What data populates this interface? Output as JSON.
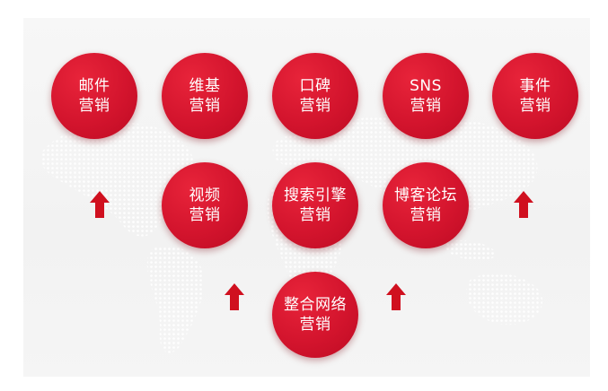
{
  "colors": {
    "node_fill": "#d3142d",
    "arrow_fill": "#d0101f",
    "background": "#f4f4f4"
  },
  "nodes": {
    "email": {
      "line1": "邮件",
      "line2": "营销"
    },
    "wiki": {
      "line1": "维基",
      "line2": "营销"
    },
    "word_of_mouth": {
      "line1": "口碑",
      "line2": "营销"
    },
    "sns": {
      "line1": "SNS",
      "line2": "营销"
    },
    "event": {
      "line1": "事件",
      "line2": "营销"
    },
    "video": {
      "line1": "视频",
      "line2": "营销"
    },
    "search_engine": {
      "line1": "搜索引擎",
      "line2": "营销"
    },
    "blog_forum": {
      "line1": "博客论坛",
      "line2": "营销"
    },
    "integrated_network": {
      "line1": "整合网络",
      "line2": "营销"
    }
  },
  "icons": {
    "arrow": "up-arrow-icon",
    "background": "world-map-dots"
  }
}
